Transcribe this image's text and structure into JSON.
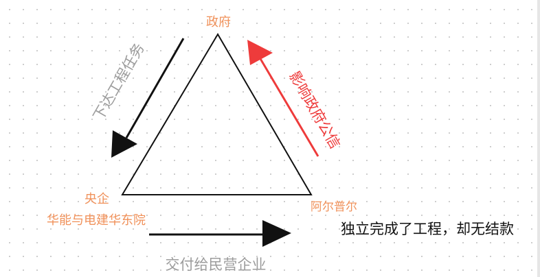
{
  "nodes": {
    "top": "政府",
    "left_line1": "央企",
    "left_line2": "华能与电建华东院",
    "right": "阿尔普尔"
  },
  "edges": {
    "left_arrow": "下达工程任务",
    "right_arrow": "影响政府公信",
    "bottom_arrow": "交付给民营企业"
  },
  "note": "独立完成了工程，却无结款",
  "colors": {
    "node_label": "#f0915a",
    "edge_label": "#9c9c9c",
    "influence": "#ee3b3b",
    "line": "#111111"
  }
}
